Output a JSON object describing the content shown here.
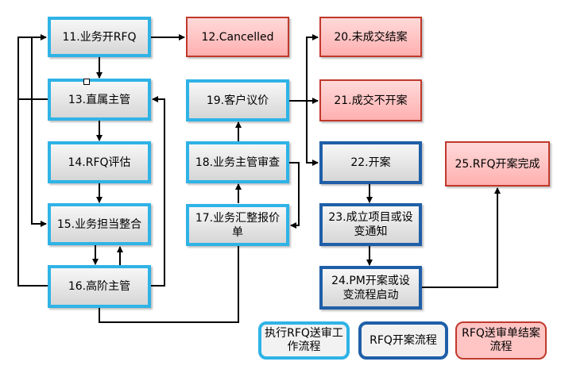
{
  "nodes": {
    "n11": "11.业务开RFQ",
    "n12": "12.Cancelled",
    "n13": "13.直属主管",
    "n14": "14.RFQ评估",
    "n15": "15.业务担当整合",
    "n16": "16.高阶主管",
    "n17": "17.业务汇整报价单",
    "n18": "18.业务主管审查",
    "n19": "19.客户议价",
    "n20": "20.未成交结案",
    "n21": "21.成交不开案",
    "n22": "22.开案",
    "n23": "23.成立项目或设变通知",
    "n24": "24.PM开案或设变流程启动",
    "n25": "25.RFQ开案完成"
  },
  "legend": {
    "execute": "执行RFQ送审工作流程",
    "open": "RFQ开案流程",
    "close": "RFQ送审单结案流程"
  },
  "colors": {
    "light_border": "#2fb3e6",
    "dark_border": "#1f5fa8",
    "red_border": "#c0392b",
    "red_fill": "#ffc4c4"
  }
}
